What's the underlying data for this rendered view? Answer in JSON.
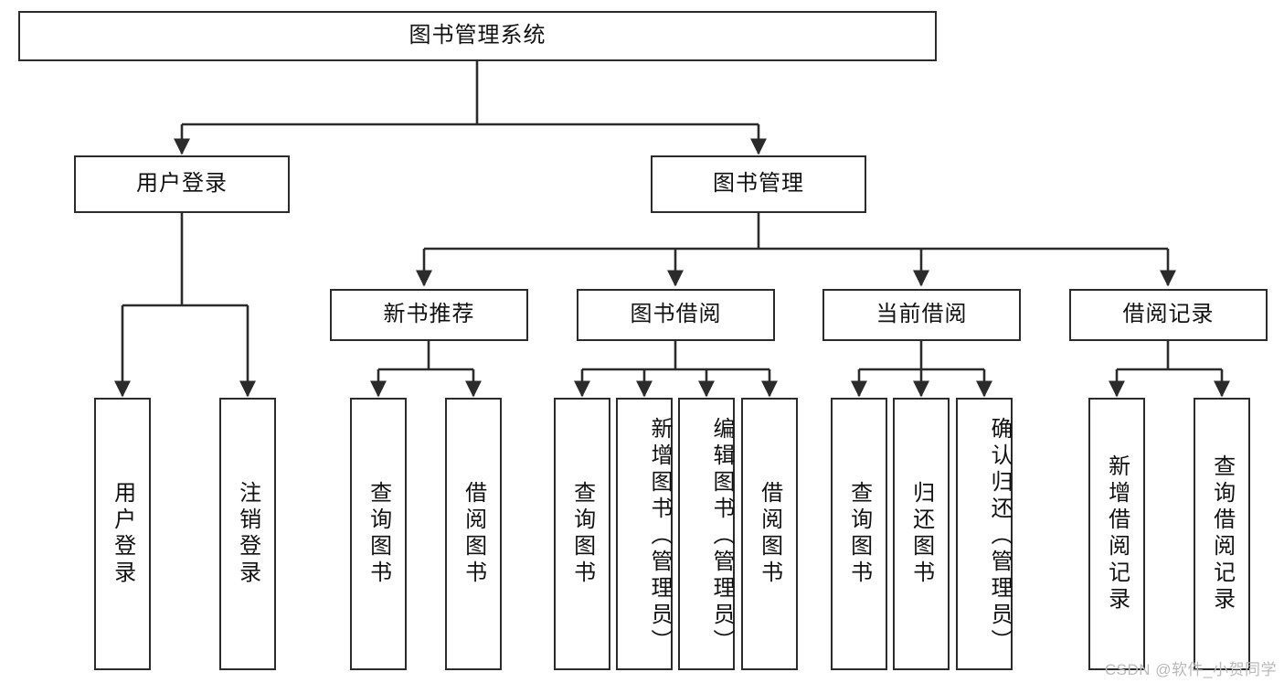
{
  "diagram": {
    "type": "tree-hierarchy",
    "title": "图书管理系统",
    "root": {
      "id": "root",
      "label": "图书管理系统",
      "orientation": "horizontal"
    },
    "level2": [
      {
        "id": "user-login",
        "label": "用户登录",
        "orientation": "horizontal"
      },
      {
        "id": "book-manage",
        "label": "图书管理",
        "orientation": "horizontal"
      }
    ],
    "level3": [
      {
        "id": "new-book-recommend",
        "label": "新书推荐",
        "orientation": "horizontal",
        "parent": "book-manage"
      },
      {
        "id": "book-borrow",
        "label": "图书借阅",
        "orientation": "horizontal",
        "parent": "book-manage"
      },
      {
        "id": "current-borrow",
        "label": "当前借阅",
        "orientation": "horizontal",
        "parent": "book-manage"
      },
      {
        "id": "borrow-record",
        "label": "借阅记录",
        "orientation": "horizontal",
        "parent": "book-manage"
      }
    ],
    "leaves": [
      {
        "id": "leaf-user-login",
        "label": "用户登录",
        "parent": "user-login",
        "orientation": "vertical"
      },
      {
        "id": "leaf-user-logout",
        "label": "注销登录",
        "parent": "user-login",
        "orientation": "vertical"
      },
      {
        "id": "leaf-query-book-1",
        "label": "查询图书",
        "parent": "new-book-recommend",
        "orientation": "vertical"
      },
      {
        "id": "leaf-borrow-book-1",
        "label": "借阅图书",
        "parent": "new-book-recommend",
        "orientation": "vertical"
      },
      {
        "id": "leaf-query-book-2",
        "label": "查询图书",
        "parent": "book-borrow",
        "orientation": "vertical"
      },
      {
        "id": "leaf-add-book",
        "label": "新增图书（管理员）",
        "parent": "book-borrow",
        "orientation": "vertical"
      },
      {
        "id": "leaf-edit-book",
        "label": "编辑图书（管理员）",
        "parent": "book-borrow",
        "orientation": "vertical"
      },
      {
        "id": "leaf-borrow-book-2",
        "label": "借阅图书",
        "parent": "book-borrow",
        "orientation": "vertical"
      },
      {
        "id": "leaf-query-book-3",
        "label": "查询图书",
        "parent": "current-borrow",
        "orientation": "vertical"
      },
      {
        "id": "leaf-return-book",
        "label": "归还图书",
        "parent": "current-borrow",
        "orientation": "vertical"
      },
      {
        "id": "leaf-confirm-return",
        "label": "确认归还（管理员）",
        "parent": "current-borrow",
        "orientation": "vertical"
      },
      {
        "id": "leaf-add-record",
        "label": "新增借阅记录",
        "parent": "borrow-record",
        "orientation": "vertical"
      },
      {
        "id": "leaf-query-record",
        "label": "查询借阅记录",
        "parent": "borrow-record",
        "orientation": "vertical"
      }
    ],
    "colors": {
      "stroke": "#2b2b2b",
      "fill": "#ffffff",
      "text": "#111111",
      "watermark": "#b9b9b9"
    }
  },
  "watermark": {
    "text": "CSDN @软件_小贺同学"
  }
}
